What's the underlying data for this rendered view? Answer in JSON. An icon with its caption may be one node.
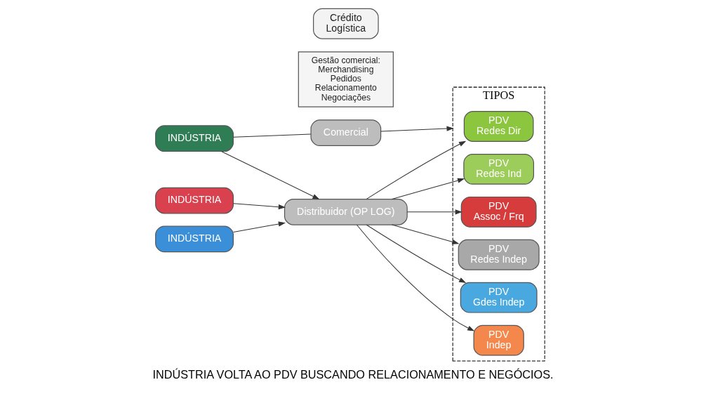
{
  "diagram": {
    "caption": "INDÚSTRIA VOLTA AO PDV BUSCANDO RELACIONAMENTO E NEGÓCIOS.",
    "nodes": [
      {
        "text": [
          "INDÚSTRIA"
        ]
      },
      {
        "text": [
          "INDÚSTRIA"
        ]
      },
      {
        "text": [
          "INDÚSTRIA"
        ]
      },
      {
        "text": [
          "Comercial"
        ]
      },
      {
        "text": [
          "Gestão comercial:",
          "Merchandising",
          "Pedidos",
          "Relacionamento",
          "Negociações"
        ]
      },
      {
        "text": [
          "Distribuidor (OP LOG)"
        ]
      },
      {
        "text": [
          "Crédito",
          "Logística"
        ]
      },
      {
        "text": [
          "TIPOS"
        ]
      },
      {
        "text": [
          "PDV",
          "Redes Dir"
        ],
        "in": 7
      },
      {
        "text": [
          "PDV",
          "Redes Ind"
        ],
        "in": 7
      },
      {
        "text": [
          "PDV",
          "Assoc / Frq"
        ],
        "in": 7
      },
      {
        "text": [
          "PDV",
          "Redes Indep"
        ],
        "in": 7
      },
      {
        "text": [
          "PDV",
          "Gdes Indep"
        ],
        "in": 7
      },
      {
        "text": [
          "PDV",
          "Indep"
        ],
        "in": 7
      }
    ],
    "edges": [
      {
        "from": 0,
        "to": 3,
        "arrow": "none"
      },
      {
        "from": 3,
        "to": 7,
        "arrow": "to"
      },
      {
        "from": 0,
        "to": 5,
        "arrow": "to"
      },
      {
        "from": 1,
        "to": 5,
        "arrow": "to"
      },
      {
        "from": 2,
        "to": 5,
        "arrow": "to"
      },
      {
        "from": 5,
        "to": 8,
        "arrow": "to"
      },
      {
        "from": 5,
        "to": 9,
        "arrow": "to"
      },
      {
        "from": 5,
        "to": 10,
        "arrow": "to"
      },
      {
        "from": 5,
        "to": 11,
        "arrow": "to"
      },
      {
        "from": 5,
        "to": 12,
        "arrow": "to"
      },
      {
        "from": 5,
        "to": 13,
        "arrow": "to"
      }
    ]
  }
}
